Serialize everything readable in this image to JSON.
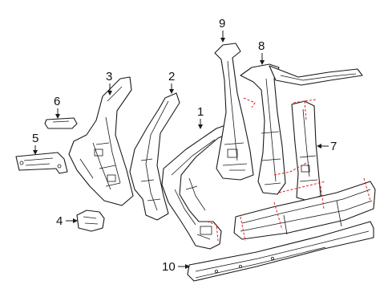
{
  "callouts": [
    {
      "id": "1",
      "label": "1"
    },
    {
      "id": "2",
      "label": "2"
    },
    {
      "id": "3",
      "label": "3"
    },
    {
      "id": "4",
      "label": "4"
    },
    {
      "id": "5",
      "label": "5"
    },
    {
      "id": "6",
      "label": "6"
    },
    {
      "id": "7",
      "label": "7"
    },
    {
      "id": "8",
      "label": "8"
    },
    {
      "id": "9",
      "label": "9"
    },
    {
      "id": "10",
      "label": "10"
    }
  ],
  "colors": {
    "line": "#1a1a1a",
    "cut_line": "#e0241b",
    "background": "#ffffff"
  }
}
